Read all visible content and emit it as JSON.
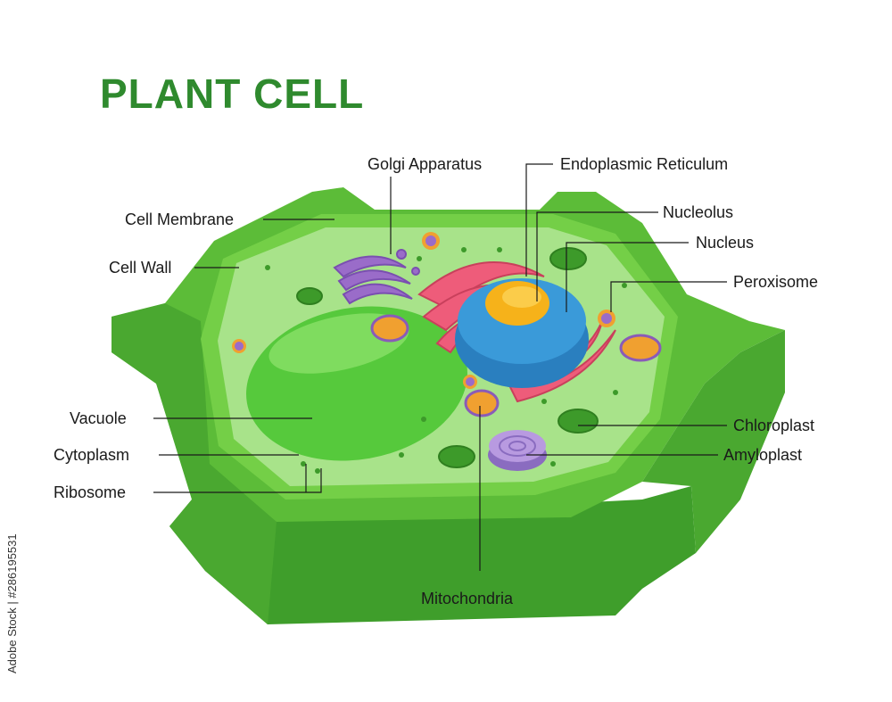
{
  "title": "PLANT CELL",
  "labels": {
    "golgi": "Golgi Apparatus",
    "er": "Endoplasmic Reticulum",
    "membrane": "Cell Membrane",
    "nucleolus": "Nucleolus",
    "nucleus": "Nucleus",
    "cell_wall": "Cell Wall",
    "peroxisome": "Peroxisome",
    "vacuole": "Vacuole",
    "chloroplast": "Chloroplast",
    "cytoplasm": "Cytoplasm",
    "amyloplast": "Amyloplast",
    "ribosome": "Ribosome",
    "mitochondria": "Mitochondria"
  },
  "stock_id": "Adobe Stock | #286195531",
  "colors": {
    "wall_dark": "#3f9e2b",
    "wall_mid": "#5cbc38",
    "wall_light": "#74cf47",
    "cytoplasm": "#a8e38a",
    "vacuole": "#56c93c",
    "nucleus": "#3a9ad9",
    "nucleolus": "#f6b21a",
    "er": "#ee5c7a",
    "golgi": "#9a6cc9",
    "mitochondria": "#f0a030",
    "amyloplast": "#a98ad6"
  }
}
